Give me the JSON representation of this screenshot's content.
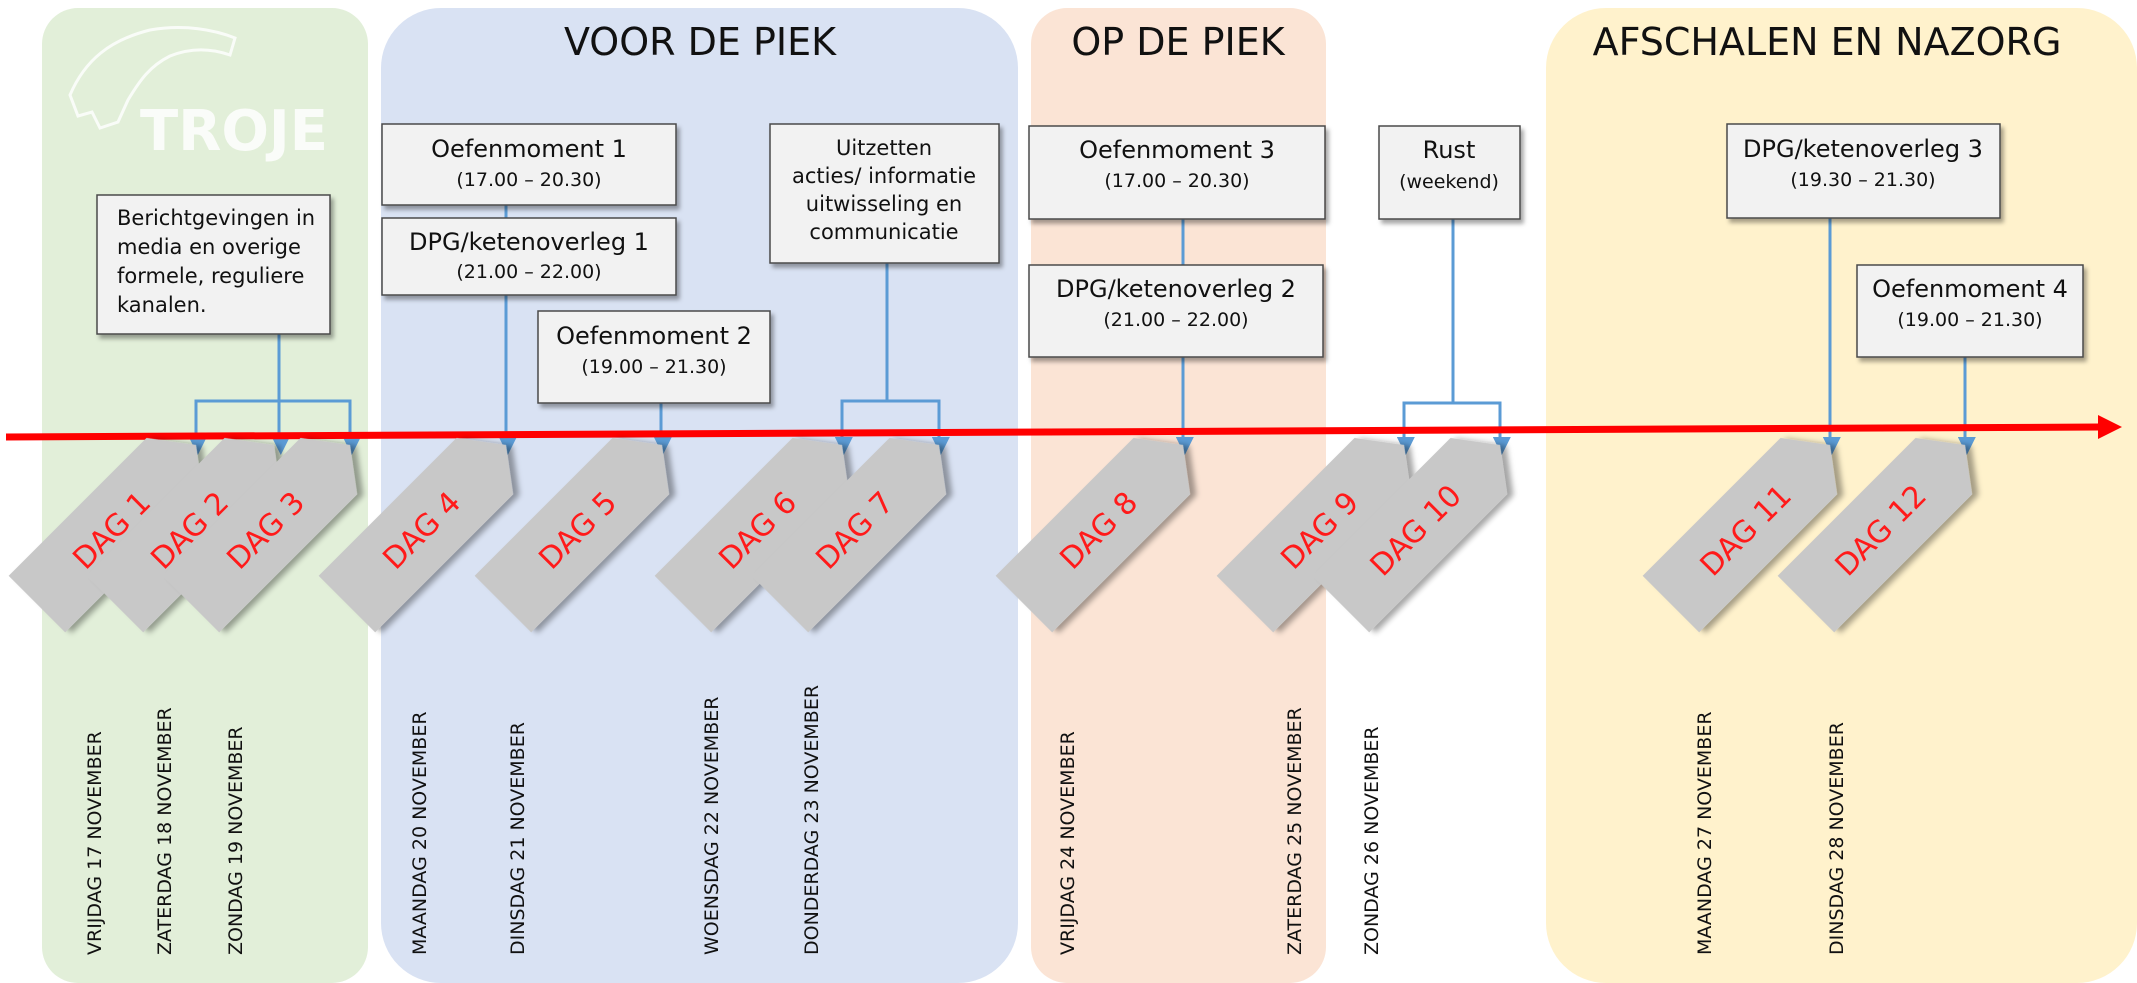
{
  "phases": [
    {
      "id": "troje",
      "title": "",
      "color": "#e2efd9"
    },
    {
      "id": "voor",
      "title": "VOOR DE PIEK",
      "color": "#d9e2f3"
    },
    {
      "id": "op",
      "title": "OP DE PIEK",
      "color": "#fbe4d5"
    },
    {
      "id": "afschalen",
      "title": "AFSCHALEN EN NAZORG",
      "color": "#fff2cc"
    }
  ],
  "logo": {
    "text": "TROJE"
  },
  "boxes": {
    "berichtgevingen": {
      "lines": [
        "Berichtgevingen in",
        "media en overige",
        "formele, reguliere",
        "kanalen."
      ]
    },
    "oefenmoment1": {
      "title": "Oefenmoment 1",
      "time": "(17.00 – 20.30)"
    },
    "dpg1": {
      "title": "DPG/ketenoverleg 1",
      "time": "(21.00 – 22.00)"
    },
    "oefenmoment2": {
      "title": "Oefenmoment 2",
      "time": "(19.00 – 21.30)"
    },
    "uitzetten": {
      "lines": [
        "Uitzetten",
        "acties/ informatie",
        "uitwisseling en",
        "communicatie"
      ]
    },
    "oefenmoment3": {
      "title": "Oefenmoment 3",
      "time": "(17.00 – 20.30)"
    },
    "dpg2": {
      "title": "DPG/ketenoverleg 2",
      "time": "(21.00 – 22.00)"
    },
    "rust": {
      "title": "Rust",
      "time": "(weekend)"
    },
    "dpg3": {
      "title": "DPG/ketenoverleg 3",
      "time": "(19.30 – 21.30)"
    },
    "oefenmoment4": {
      "title": "Oefenmoment 4",
      "time": "(19.00 – 21.30)"
    }
  },
  "days": [
    {
      "label": "DAG 1",
      "date": "VRIJDAG 17 NOVEMBER"
    },
    {
      "label": "DAG 2",
      "date": "ZATERDAG 18 NOVEMBER"
    },
    {
      "label": "DAG 3",
      "date": "ZONDAG 19 NOVEMBER"
    },
    {
      "label": "DAG 4",
      "date": "MAANDAG 20 NOVEMBER"
    },
    {
      "label": "DAG 5",
      "date": "DINSDAG 21 NOVEMBER"
    },
    {
      "label": "DAG 6",
      "date": "WOENSDAG 22 NOVEMBER"
    },
    {
      "label": "DAG 7",
      "date": "DONDERDAG 23 NOVEMBER"
    },
    {
      "label": "DAG 8",
      "date": "VRIJDAG 24 NOVEMBER"
    },
    {
      "label": "DAG 9",
      "date": "ZATERDAG 25 NOVEMBER"
    },
    {
      "label": "DAG 10",
      "date": "ZONDAG 26 NOVEMBER"
    },
    {
      "label": "DAG 11",
      "date": "MAANDAG 27 NOVEMBER"
    },
    {
      "label": "DAG 12",
      "date": "DINSDAG 28 NOVEMBER"
    }
  ],
  "colors": {
    "timeline": "#ff0000",
    "connector": "#5b9bd5",
    "day_text": "#ff1a1a",
    "tag": "#c8c8c8",
    "box_fill": "#f2f2f2"
  }
}
